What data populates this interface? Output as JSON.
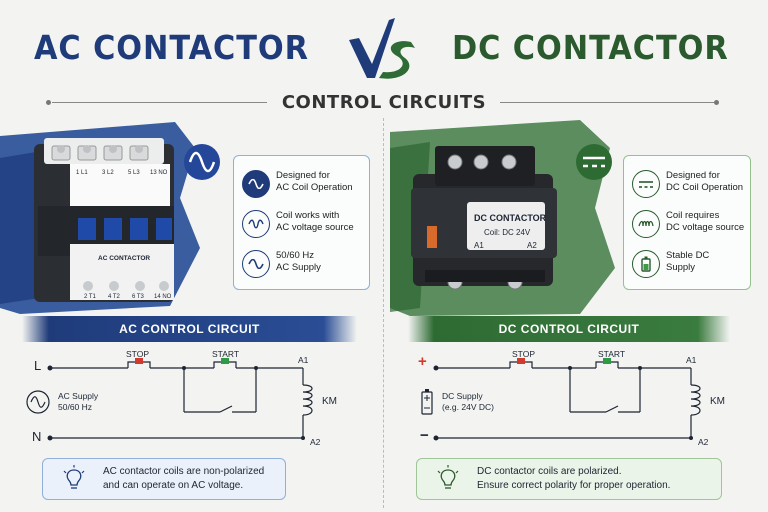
{
  "header": {
    "left_title": "AC CONTACTOR",
    "vs": "VS",
    "right_title": "DC CONTACTOR",
    "subtitle": "CONTROL CIRCUITS"
  },
  "ac": {
    "device": {
      "terminals_top": [
        "1 L1",
        "3 L2",
        "5 L3",
        "13 NO"
      ],
      "label": "AC CONTACTOR",
      "terminals_bottom": [
        "2 T1",
        "4 T2",
        "6 T3",
        "14 NO"
      ]
    },
    "info": [
      {
        "icon": "sine-wave-icon",
        "text": "Designed for\nAC Coil Operation"
      },
      {
        "icon": "ac-waveform-icon",
        "text": "Coil works with\nAC voltage source"
      },
      {
        "icon": "frequency-wave-icon",
        "text": "50/60 Hz\nAC Supply"
      }
    ],
    "circuit": {
      "title": "AC CONTROL CIRCUIT",
      "line_label": "L",
      "neutral_label": "N",
      "supply_label": "AC Supply\n50/60 Hz",
      "stop_label": "STOP",
      "start_label": "START",
      "a1": "A1",
      "a2": "A2",
      "coil": "KM"
    },
    "note": "AC contactor coils are non-polarized\nand can operate on AC voltage."
  },
  "dc": {
    "device": {
      "label_title": "DC CONTACTOR",
      "label_coil": "Coil: DC 24V",
      "label_a1": "A1",
      "label_a2": "A2"
    },
    "info": [
      {
        "icon": "dc-symbol-icon",
        "text": "Designed for\nDC Coil Operation"
      },
      {
        "icon": "coil-icon",
        "text": "Coil requires\nDC voltage source"
      },
      {
        "icon": "battery-icon",
        "text": "Stable DC\nSupply"
      }
    ],
    "circuit": {
      "title": "DC CONTROL CIRCUIT",
      "plus_label": "+",
      "minus_label": "−",
      "supply_label": "DC Supply\n(e.g. 24V DC)",
      "stop_label": "STOP",
      "start_label": "START",
      "a1": "A1",
      "a2": "A2",
      "coil": "KM"
    },
    "note": "DC contactor coils are polarized.\nEnsure correct polarity for proper operation."
  },
  "colors": {
    "ac_accent": "#1f3b7a",
    "dc_accent": "#2a5a2e",
    "stop_red": "#d23a2e",
    "start_green": "#2f9a45"
  }
}
